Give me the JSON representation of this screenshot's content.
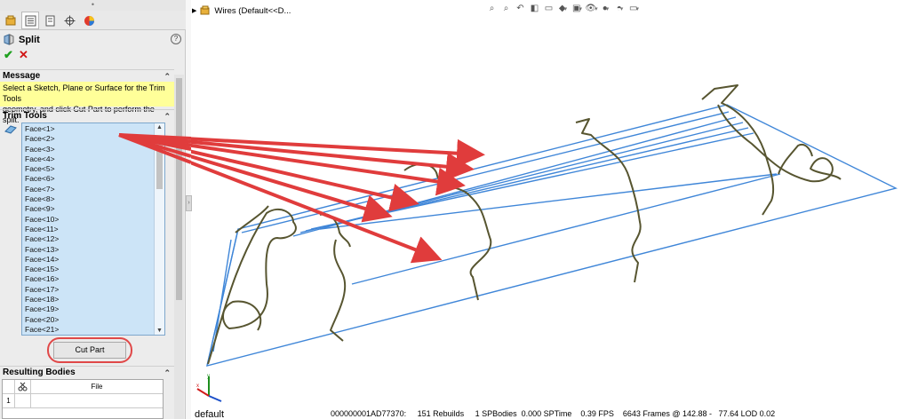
{
  "panel": {
    "feature_title": "Split",
    "tabs": [
      "feature-manager-tab",
      "property-manager-tab",
      "configuration-manager-tab",
      "dimxpert-tab",
      "display-manager-tab"
    ],
    "message_header": "Message",
    "message_line1": "Select a Sketch, Plane or Surface for the Trim Tools",
    "message_line2": "geometry, and click Cut Part to perform the split.",
    "trim_tools_header": "Trim Tools",
    "faces": [
      "Face<1>",
      "Face<2>",
      "Face<3>",
      "Face<4>",
      "Face<5>",
      "Face<6>",
      "Face<7>",
      "Face<8>",
      "Face<9>",
      "Face<10>",
      "Face<11>",
      "Face<12>",
      "Face<13>",
      "Face<14>",
      "Face<15>",
      "Face<16>",
      "Face<17>",
      "Face<18>",
      "Face<19>",
      "Face<20>",
      "Face<21>"
    ],
    "cut_part_label": "Cut Part",
    "resulting_bodies_header": "Resulting Bodies",
    "table_row_number": "1",
    "table_file_header": "File"
  },
  "graphics": {
    "tree_item": "Wires  (Default<<D...",
    "view_name": "default",
    "status_text": "000000001AD77370:     151 Rebuilds     1 SPBodies  0.000 SPTime    0.39 FPS    6643 Frames @ 142.88 -   77.64 LOD 0.02"
  },
  "colors": {
    "wire_blue": "#3f86d8",
    "curve_olive": "#575530",
    "arrow_red": "#e03c3c",
    "selection_blue": "#cce4f7",
    "message_yellow": "#ffff99"
  }
}
